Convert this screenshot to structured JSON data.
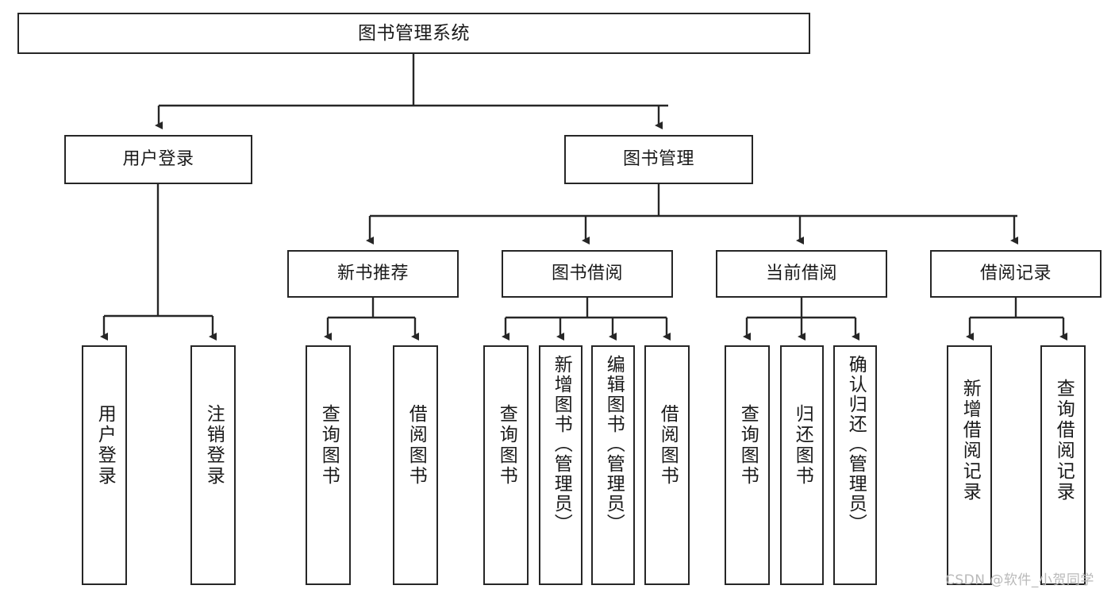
{
  "diagram": {
    "title": "图书管理系统",
    "type": "tree-hierarchy",
    "watermark": "CSDN @软件_小贺同学",
    "colors": {
      "node_border": "#262626",
      "node_fill": "#ffffff",
      "edge": "#262626",
      "text": "#1a1a1a",
      "watermark": "#b9b9b9",
      "background": "#ffffff"
    },
    "nodes": {
      "root": {
        "label": "图书管理系统"
      },
      "level2": [
        {
          "id": "user-login",
          "label": "用户登录"
        },
        {
          "id": "book-manage",
          "label": "图书管理"
        }
      ],
      "level3": [
        {
          "id": "new-book-recommend",
          "label": "新书推荐"
        },
        {
          "id": "book-borrow",
          "label": "图书借阅"
        },
        {
          "id": "current-borrow",
          "label": "当前借阅"
        },
        {
          "id": "borrow-record",
          "label": "借阅记录"
        }
      ],
      "leaves": {
        "user_login": [
          {
            "id": "leaf-user-login",
            "label": "用户登录"
          },
          {
            "id": "leaf-user-logout",
            "label": "注销登录"
          }
        ],
        "new_book_recommend": [
          {
            "id": "leaf-query-book-1",
            "label": "查询图书"
          },
          {
            "id": "leaf-borrow-book-1",
            "label": "借阅图书"
          }
        ],
        "book_borrow": [
          {
            "id": "leaf-query-book-2",
            "label": "查询图书"
          },
          {
            "id": "leaf-add-book",
            "label": "新增图书（管理员）"
          },
          {
            "id": "leaf-edit-book",
            "label": "编辑图书（管理员）"
          },
          {
            "id": "leaf-borrow-book-2",
            "label": "借阅图书"
          }
        ],
        "current_borrow": [
          {
            "id": "leaf-query-book-3",
            "label": "查询图书"
          },
          {
            "id": "leaf-return-book",
            "label": "归还图书"
          },
          {
            "id": "leaf-confirm-return",
            "label": "确认归还（管理员）"
          }
        ],
        "borrow_record": [
          {
            "id": "leaf-add-record",
            "label": "新增借阅记录"
          },
          {
            "id": "leaf-query-record",
            "label": "查询借阅记录"
          }
        ]
      }
    }
  }
}
